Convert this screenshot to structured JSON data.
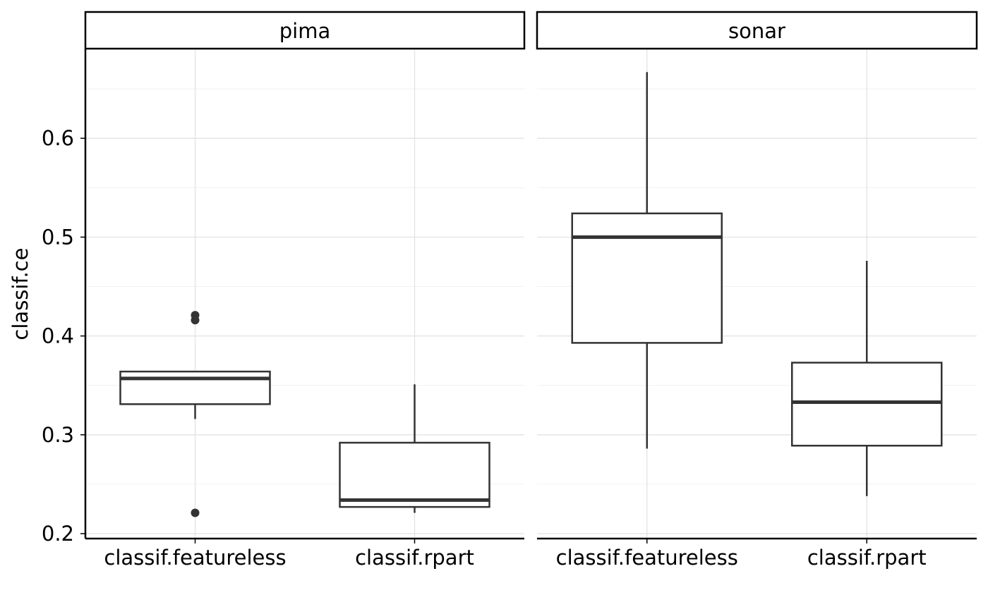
{
  "chart_data": {
    "type": "box",
    "ylabel": "classif.ce",
    "ylim": [
      0.195,
      0.69
    ],
    "y_ticks": [
      0.2,
      0.3,
      0.4,
      0.5,
      0.6
    ],
    "y_tick_labels": [
      "0.2",
      "0.3",
      "0.4",
      "0.5",
      "0.6"
    ],
    "grid": true,
    "categories": [
      "classif.featureless",
      "classif.rpart"
    ],
    "facets": [
      {
        "label": "pima",
        "boxes": [
          {
            "category": "classif.featureless",
            "whisker_low": 0.316,
            "q1": 0.331,
            "median": 0.357,
            "q3": 0.364,
            "whisker_high": 0.364,
            "outliers": [
              0.221,
              0.416,
              0.421
            ]
          },
          {
            "category": "classif.rpart",
            "whisker_low": 0.221,
            "q1": 0.227,
            "median": 0.234,
            "q3": 0.292,
            "whisker_high": 0.351,
            "outliers": []
          }
        ]
      },
      {
        "label": "sonar",
        "boxes": [
          {
            "category": "classif.featureless",
            "whisker_low": 0.286,
            "q1": 0.393,
            "median": 0.5,
            "q3": 0.524,
            "whisker_high": 0.667,
            "outliers": []
          },
          {
            "category": "classif.rpart",
            "whisker_low": 0.238,
            "q1": 0.289,
            "median": 0.333,
            "q3": 0.373,
            "whisker_high": 0.476,
            "outliers": []
          }
        ]
      }
    ],
    "colors": {
      "box_line": "#333333",
      "grid_major": "#e3e3e3",
      "grid_minor": "#f0f0f0",
      "axis": "#000000",
      "strip_fill": "#ffffff",
      "strip_border": "#000000"
    }
  }
}
